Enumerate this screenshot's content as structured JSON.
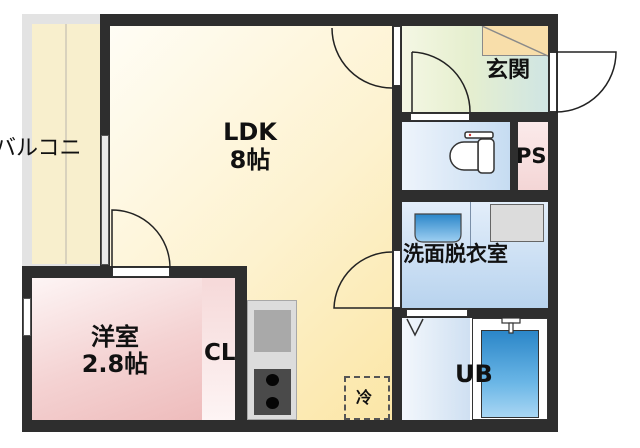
{
  "floor_plan": {
    "rooms": {
      "ldk": {
        "name": "LDK",
        "size": "8帖"
      },
      "western_room": {
        "name": "洋室",
        "size": "2.8帖"
      },
      "closet": {
        "name": "CL"
      },
      "entrance": {
        "name": "玄関"
      },
      "pipe_space": {
        "name": "PS"
      },
      "washroom": {
        "name": "洗面脱衣室"
      },
      "unit_bath": {
        "name": "UB"
      },
      "balcony": {
        "name": "バルコニ"
      },
      "fridge": {
        "name": "冷"
      }
    },
    "colors": {
      "wall": "#2e2e2e",
      "ldk": "#fdf3d2",
      "western_room": "#f4d2d2",
      "entrance": "#e6efd2",
      "water_area": "#cfe0f2",
      "pipe_space": "#f7dede",
      "balcony": "#f6ecc7",
      "bath_tub": "#3a9ad8"
    }
  }
}
